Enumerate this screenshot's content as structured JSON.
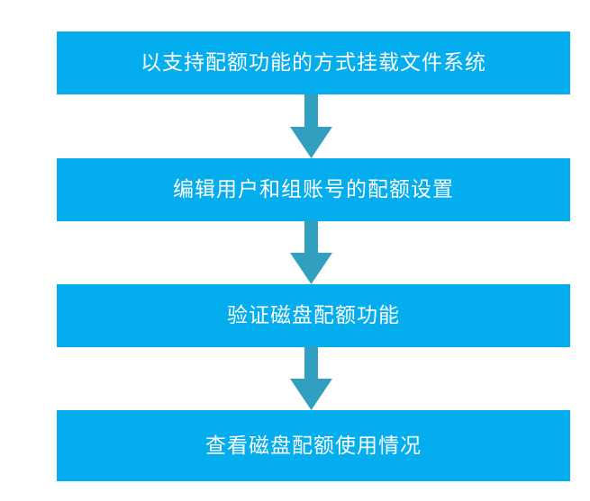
{
  "diagram": {
    "type": "flowchart",
    "orientation": "vertical-top-to-bottom",
    "title": "",
    "colors": {
      "box_fill": "#03ADEE",
      "box_text": "#FFFFFF",
      "arrow_fill": "#31A0C0",
      "background": "#FFFFFF"
    },
    "steps": [
      {
        "id": "step-1",
        "label": "以支持配额功能的方式挂载文件系统"
      },
      {
        "id": "step-2",
        "label": "编辑用户和组账号的配额设置"
      },
      {
        "id": "step-3",
        "label": "验证磁盘配额功能"
      },
      {
        "id": "step-4",
        "label": "查看磁盘配额使用情况"
      }
    ],
    "connectors": [
      {
        "id": "arrow-1",
        "from": "step-1",
        "to": "step-2",
        "icon": "arrow-down-icon"
      },
      {
        "id": "arrow-2",
        "from": "step-2",
        "to": "step-3",
        "icon": "arrow-down-icon"
      },
      {
        "id": "arrow-3",
        "from": "step-3",
        "to": "step-4",
        "icon": "arrow-down-icon"
      }
    ]
  }
}
